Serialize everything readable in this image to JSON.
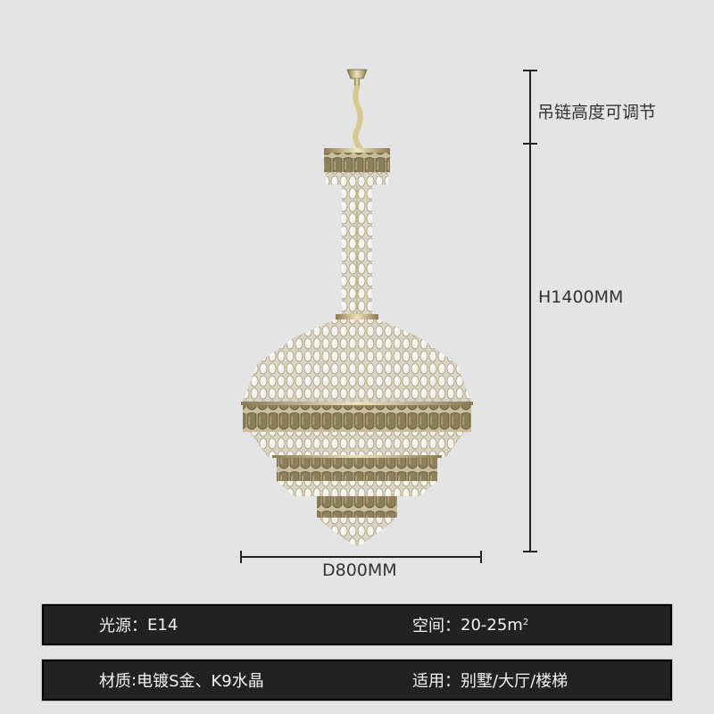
{
  "product": {
    "name": "crystal-chandelier",
    "image_icon": "chandelier-illustration"
  },
  "dimensions": {
    "chain_note": "吊链高度可调节",
    "height": "H1400MM",
    "diameter": "D800MM"
  },
  "specs": [
    {
      "left_label": "光源",
      "left_sep": "：",
      "left_value": "E14",
      "right_label": "空间",
      "right_sep": "：",
      "right_value": "20-25m",
      "right_sup": "2"
    },
    {
      "left_label": "材质",
      "left_sep": ": ",
      "left_value": "电镀S金、K9水晶",
      "right_label": "适用",
      "right_sep": "：",
      "right_value": "别墅/大厅/楼梯",
      "right_sup": ""
    }
  ],
  "colors": {
    "background": "#e4e4e4",
    "bar": "#222222",
    "gold": "#b8a06a",
    "smoke": "#8a7a5c"
  }
}
